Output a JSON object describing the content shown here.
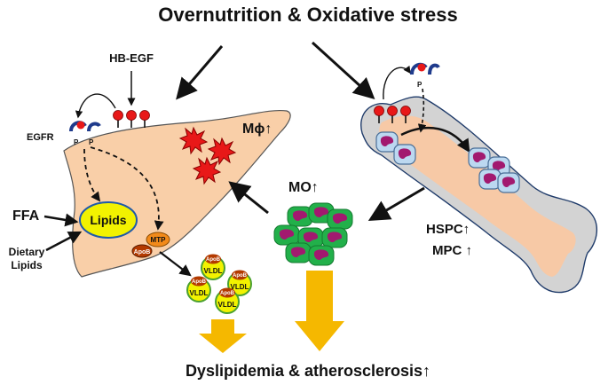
{
  "title": "Overnutrition & Oxidative stress",
  "bottom_text": "Dyslipidemia & atherosclerosis↑",
  "labels": {
    "hb_egf": "HB-EGF",
    "egfr": "EGFR",
    "ffa": "FFA",
    "dietary_1": "Dietary",
    "dietary_2": "Lipids",
    "lipids": "Lipids",
    "mtp": "MTP",
    "apob": "ApoB",
    "vldl": "VLDL",
    "macrophage": "Mɸ↑",
    "monocyte": "MO↑",
    "hspc": "HSPC↑",
    "mpc": "MPC ↑",
    "p": "P"
  },
  "colors": {
    "liver": "#f9cfa8",
    "bone_outer": "#d3d3d3",
    "marrow": "#f7c9a6",
    "lipid_drop": "#f2f200",
    "monocyte_green": "#22b04a",
    "nucleus": "#a2196f",
    "hsc_cell": "#bcd8f0",
    "ligand_red": "#e81818",
    "apob": "#b33a00",
    "arrow_gold": "#f5b800"
  }
}
